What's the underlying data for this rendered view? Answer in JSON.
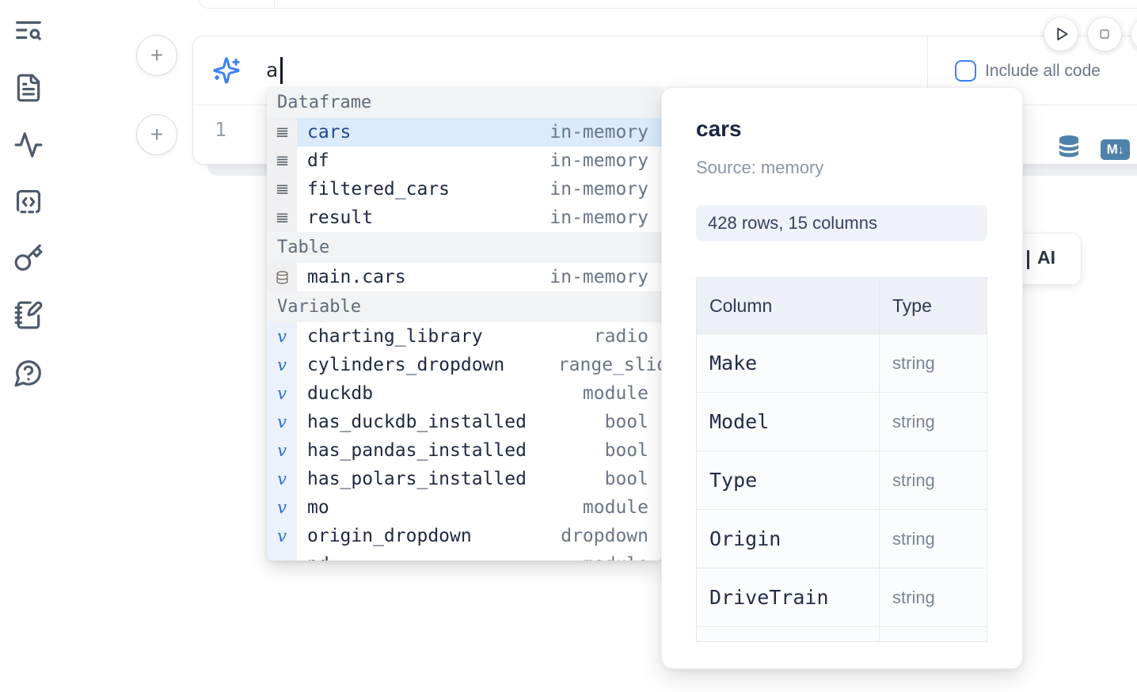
{
  "colors": {
    "accent_blue": "#3b82f6",
    "steel_blue": "#4e82aa",
    "selection_bg": "#d9ebfc",
    "variable_icon_blue": "#2e6fd0",
    "sidebar_icon": "#4d5a6b"
  },
  "sidebar": {
    "icons": [
      "text-search-icon",
      "file-text-icon",
      "activity-icon",
      "code-snippet-icon",
      "key-icon",
      "notebook-pen-icon",
      "help-chat-icon"
    ]
  },
  "notebook": {
    "plus_icon": "+",
    "ai_row": {
      "icon": "sparkles-icon",
      "input_value": "a",
      "include_all_code_label": "Include all code",
      "checkbox_checked": false
    },
    "code_cell": {
      "line_number": "1",
      "toolbar_icons": [
        "database-icon",
        "markdown-icon"
      ],
      "markdown_icon_text": "M"
    },
    "cell_actions": [
      "run-icon",
      "stop-icon"
    ]
  },
  "autocomplete": {
    "sections": [
      {
        "label": "Dataframe",
        "items": [
          {
            "name": "cars",
            "detail": "in-memory",
            "icon": "rows-icon",
            "selected": true
          },
          {
            "name": "df",
            "detail": "in-memory",
            "icon": "rows-icon"
          },
          {
            "name": "filtered_cars",
            "detail": "in-memory",
            "icon": "rows-icon"
          },
          {
            "name": "result",
            "detail": "in-memory",
            "icon": "rows-icon"
          }
        ]
      },
      {
        "label": "Table",
        "items": [
          {
            "name": "main.cars",
            "detail": "in-memory",
            "icon": "database-icon"
          }
        ]
      },
      {
        "label": "Variable",
        "items": [
          {
            "name": "charting_library",
            "detail": "radio",
            "icon": "variable-icon"
          },
          {
            "name": "cylinders_dropdown",
            "detail": "range_slider",
            "icon": "variable-icon",
            "overflow": true
          },
          {
            "name": "duckdb",
            "detail": "module",
            "icon": "variable-icon"
          },
          {
            "name": "has_duckdb_installed",
            "detail": "bool",
            "icon": "variable-icon"
          },
          {
            "name": "has_pandas_installed",
            "detail": "bool",
            "icon": "variable-icon"
          },
          {
            "name": "has_polars_installed",
            "detail": "bool",
            "icon": "variable-icon"
          },
          {
            "name": "mo",
            "detail": "module",
            "icon": "variable-icon"
          },
          {
            "name": "origin_dropdown",
            "detail": "dropdown",
            "icon": "variable-icon"
          },
          {
            "name": "pd",
            "detail": "module",
            "icon": "variable-icon",
            "partial": true
          }
        ]
      }
    ]
  },
  "preview": {
    "title": "cars",
    "source": "Source: memory",
    "shape_badge": "428 rows, 15 columns",
    "table": {
      "headers": [
        "Column",
        "Type"
      ],
      "rows": [
        [
          "Make",
          "string"
        ],
        [
          "Model",
          "string"
        ],
        [
          "Type",
          "string"
        ],
        [
          "Origin",
          "string"
        ],
        [
          "DriveTrain",
          "string"
        ]
      ]
    }
  },
  "ai_button": {
    "label": "AI"
  }
}
